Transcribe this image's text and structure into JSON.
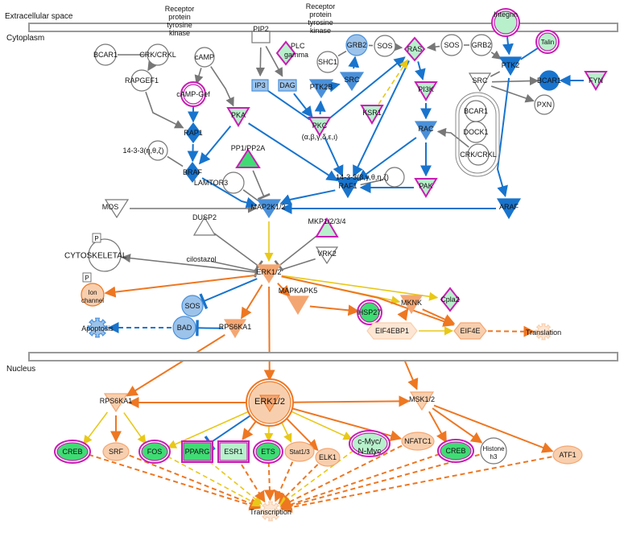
{
  "compartments": {
    "extracellular": "Extracellular space",
    "cytoplasm": "Cytoplasm",
    "nucleus": "Nucleus"
  },
  "labels": {
    "rptk_a": [
      "Receptor",
      "protein",
      "tyrosine",
      "kinase"
    ],
    "rptk_b": [
      "Receptor",
      "protein",
      "tyrosine",
      "kinase"
    ],
    "pkc_sub": "(α,β,γ,δ,ε,ι)",
    "p_mark": "P"
  },
  "nodes": [
    {
      "id": "integrin",
      "text": "Integrin"
    },
    {
      "id": "talin",
      "text": "Talin"
    },
    {
      "id": "ptk2",
      "text": "PTK2"
    },
    {
      "id": "bcar1_top",
      "text": "BCAR1"
    },
    {
      "id": "fyn",
      "text": "FYN"
    },
    {
      "id": "pxn",
      "text": "PXN"
    },
    {
      "id": "src_right",
      "text": "SRC"
    },
    {
      "id": "sos_right",
      "text": "SOS"
    },
    {
      "id": "grb2_right",
      "text": "GRB2"
    },
    {
      "id": "ras",
      "text": "RAS"
    },
    {
      "id": "sos_mid",
      "text": "SOS"
    },
    {
      "id": "grb2_mid",
      "text": "GRB2"
    },
    {
      "id": "shc1",
      "text": "SHC1"
    },
    {
      "id": "src_mid",
      "text": "SRC"
    },
    {
      "id": "plcg",
      "text": "PLC gamma"
    },
    {
      "id": "pip2",
      "text": "PIP2"
    },
    {
      "id": "ip3",
      "text": "IP3"
    },
    {
      "id": "dag",
      "text": "DAG"
    },
    {
      "id": "ptk2b",
      "text": "PTK2B"
    },
    {
      "id": "pkc",
      "text": "PKC"
    },
    {
      "id": "ksr1",
      "text": "KSR1"
    },
    {
      "id": "pi3k",
      "text": "PI3K"
    },
    {
      "id": "rac",
      "text": "RAC"
    },
    {
      "id": "pak",
      "text": "PAK"
    },
    {
      "id": "bcar1_dock",
      "text": "BCAR1"
    },
    {
      "id": "dock1",
      "text": "DOCK1"
    },
    {
      "id": "crk_dock",
      "text": "CRK/CRKL"
    },
    {
      "id": "bcar1_left",
      "text": "BCAR1"
    },
    {
      "id": "crk_left",
      "text": "CRK/CRKL"
    },
    {
      "id": "rapgef1",
      "text": "RAPGEF1"
    },
    {
      "id": "camp",
      "text": "cAMP"
    },
    {
      "id": "campgef",
      "text": "cAMP-Gef"
    },
    {
      "id": "pka",
      "text": "PKA"
    },
    {
      "id": "rap1",
      "text": "RAP1"
    },
    {
      "id": "r1433a",
      "text": "14-3-3(η,θ,ζ)"
    },
    {
      "id": "braf",
      "text": "BRAF"
    },
    {
      "id": "r1433b",
      "text": "14-3-3(β,γ,θ,η,ζ)"
    },
    {
      "id": "raf1",
      "text": "RAF1"
    },
    {
      "id": "araf",
      "text": "ARAF"
    },
    {
      "id": "pp1",
      "text": "PP1/PP2A"
    },
    {
      "id": "lamtor3",
      "text": "LAMTOR3"
    },
    {
      "id": "mos",
      "text": "MOS"
    },
    {
      "id": "map2k",
      "text": "MAP2K1/2"
    },
    {
      "id": "dusp2",
      "text": "DUSP2"
    },
    {
      "id": "mkp",
      "text": "MKP1/2/3/4"
    },
    {
      "id": "vrk2",
      "text": "VRK2"
    },
    {
      "id": "cilostazol",
      "text": "cilostazol"
    },
    {
      "id": "cytoskeletal",
      "text": "CYTOSKELETAL"
    },
    {
      "id": "erk_cyto",
      "text": "ERK1/2"
    },
    {
      "id": "ionchannel",
      "text": "Ion channel"
    },
    {
      "id": "sos_low",
      "text": "SOS"
    },
    {
      "id": "bad",
      "text": "BAD"
    },
    {
      "id": "apoptosis",
      "text": "Apoptosis"
    },
    {
      "id": "rps6ka1_cyto",
      "text": "RPS6KA1"
    },
    {
      "id": "mapkapk5",
      "text": "MAPKAPK5"
    },
    {
      "id": "hsp27",
      "text": "HSP27"
    },
    {
      "id": "mknk",
      "text": "MKNK"
    },
    {
      "id": "cpla2",
      "text": "Cpla2"
    },
    {
      "id": "eif4ebp1",
      "text": "EIF4EBP1"
    },
    {
      "id": "eif4e",
      "text": "EIF4E"
    },
    {
      "id": "translation",
      "text": "Translation"
    },
    {
      "id": "rps6ka1_nuc",
      "text": "RPS6KA1"
    },
    {
      "id": "erk_nuc",
      "text": "ERK1/2"
    },
    {
      "id": "msk",
      "text": "MSK1/2"
    },
    {
      "id": "creb1",
      "text": "CREB"
    },
    {
      "id": "srf",
      "text": "SRF"
    },
    {
      "id": "fos",
      "text": "FOS"
    },
    {
      "id": "pparg",
      "text": "PPARG"
    },
    {
      "id": "esr1",
      "text": "ESR1"
    },
    {
      "id": "ets",
      "text": "ETS"
    },
    {
      "id": "stat13",
      "text": "Stat1/3"
    },
    {
      "id": "elk1",
      "text": "ELK1"
    },
    {
      "id": "cmyc",
      "text": "c-Myc/ N-Myc"
    },
    {
      "id": "nfatc1",
      "text": "NFATC1"
    },
    {
      "id": "creb2",
      "text": "CREB"
    },
    {
      "id": "histone",
      "text": "Histone h3"
    },
    {
      "id": "atf1",
      "text": "ATF1"
    },
    {
      "id": "transcription",
      "text": "Transcription"
    }
  ],
  "colors": {
    "blue_dark": "#1874cd",
    "blue_mid": "#4a90d9",
    "blue_light": "#9cc3ea",
    "green": "#3fdc74",
    "green_light": "#b8f0cc",
    "magenta": "#c81eb4",
    "orange": "#ee7722",
    "orange_mid": "#f4a672",
    "orange_light": "#f8cfae",
    "yellow": "#f0d020",
    "gray": "#777777"
  }
}
